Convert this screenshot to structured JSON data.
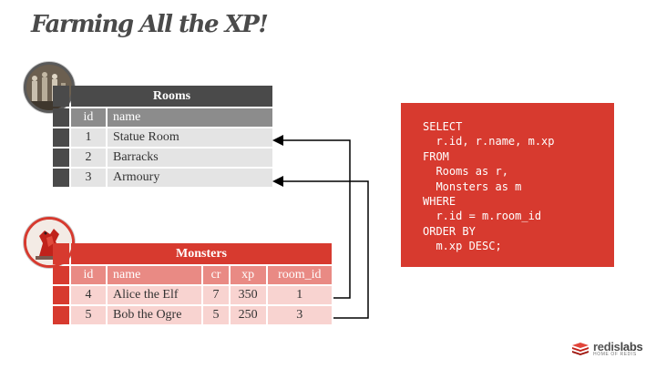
{
  "title": "Farming All the XP!",
  "rooms": {
    "title": "Rooms",
    "columns": [
      "id",
      "name"
    ],
    "rows": [
      [
        "1",
        "Statue Room"
      ],
      [
        "2",
        "Barracks"
      ],
      [
        "3",
        "Armoury"
      ]
    ]
  },
  "monsters": {
    "title": "Monsters",
    "columns": [
      "id",
      "name",
      "cr",
      "xp",
      "room_id"
    ],
    "rows": [
      [
        "4",
        "Alice the Elf",
        "7",
        "350",
        "1"
      ],
      [
        "5",
        "Bob the Ogre",
        "5",
        "250",
        "3"
      ]
    ]
  },
  "sql": "SELECT\n  r.id, r.name, m.xp\nFROM\n  Rooms as r,\n  Monsters as m\nWHERE\n  r.id = m.room_id\nORDER BY\n  m.xp DESC;",
  "logo": {
    "name_a": "redis",
    "name_b": "labs",
    "tagline": "HOME OF REDIS"
  },
  "colors": {
    "accent": "#d73a2f",
    "dark": "#4a4a4a",
    "header_gray": "#8c8c8c",
    "row_gray": "#e4e4e4",
    "header_red": "#e98a84",
    "row_pink": "#f8d3d0"
  }
}
